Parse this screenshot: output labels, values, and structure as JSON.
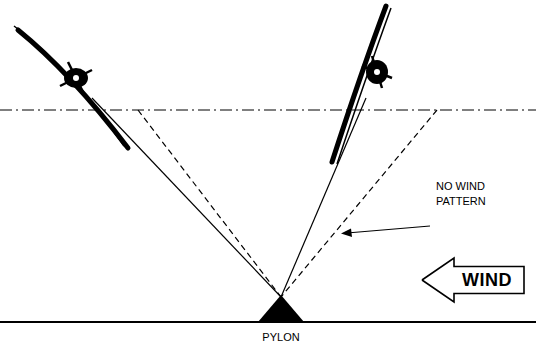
{
  "diagram": {
    "nodes": [
      {
        "text": [
          "WIND"
        ]
      }
    ],
    "labels": [
      "NO WIND PATTERN",
      "PYLON"
    ]
  }
}
